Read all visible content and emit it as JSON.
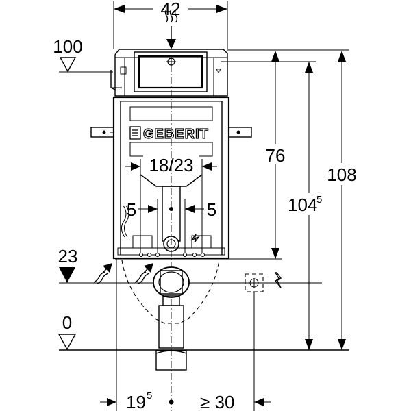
{
  "dimensions": {
    "frame_width": "42",
    "level_top": "100",
    "level_mid": "23",
    "level_floor": "0",
    "height_76": "76",
    "height_104_base": "104",
    "height_104_sup": "5",
    "height_108": "108",
    "drain_spacing": "18/23",
    "offset_left": "5",
    "offset_right": "5",
    "side_19_base": "19",
    "side_19_sup": "5",
    "side_min": "≥ 30"
  },
  "logo": {
    "brand": "GEBERIT"
  },
  "icons": [
    "water-supply-icon",
    "electric-icon",
    "level-triangle-icon",
    "center-mark-icon"
  ]
}
